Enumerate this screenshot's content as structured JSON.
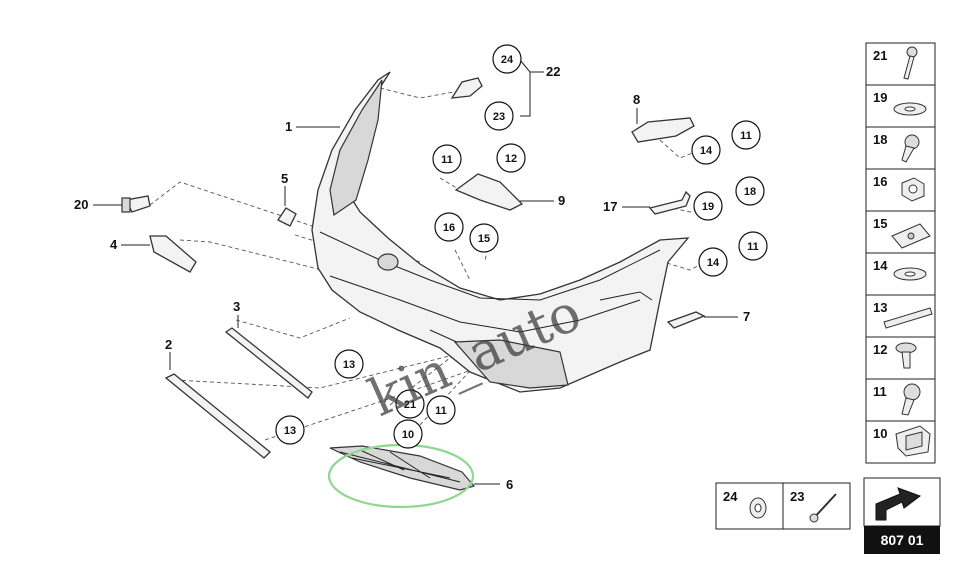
{
  "watermark": "kin_auto",
  "plain_labels": {
    "p1": "1",
    "p2": "2",
    "p3": "3",
    "p4": "4",
    "p5": "5",
    "p6": "6",
    "p7": "7",
    "p8": "8",
    "p9": "9",
    "p17": "17",
    "p20": "20",
    "p22": "22"
  },
  "circle_labels": {
    "c24": "24",
    "c23": "23",
    "c11a": "11",
    "c12": "12",
    "c14a": "14",
    "c11b": "11",
    "c16": "16",
    "c15": "15",
    "c19": "19",
    "c18": "18",
    "c14b": "14",
    "c11c": "11",
    "c13a": "13",
    "c13b": "13",
    "c21": "21",
    "c11d": "11",
    "c10": "10"
  },
  "legend_items": [
    {
      "number": "21",
      "icon": "screw-icon"
    },
    {
      "number": "19",
      "icon": "washer-icon"
    },
    {
      "number": "18",
      "icon": "screw-icon"
    },
    {
      "number": "16",
      "icon": "hex-nut-icon"
    },
    {
      "number": "15",
      "icon": "clip-nut-icon"
    },
    {
      "number": "14",
      "icon": "washer-icon"
    },
    {
      "number": "13",
      "icon": "trim-strip-icon"
    },
    {
      "number": "12",
      "icon": "expanding-rivet-icon"
    },
    {
      "number": "11",
      "icon": "screw-icon"
    },
    {
      "number": "10",
      "icon": "bracket-clip-icon"
    }
  ],
  "bottom_legend": [
    {
      "number": "24",
      "icon": "grommet-icon"
    },
    {
      "number": "23",
      "icon": "blind-rivet-icon"
    }
  ],
  "reference": {
    "code": "807 01",
    "icon": "arrow-icon"
  },
  "colors": {
    "highlight": "#8fd68f",
    "ref_box": "#111111"
  }
}
